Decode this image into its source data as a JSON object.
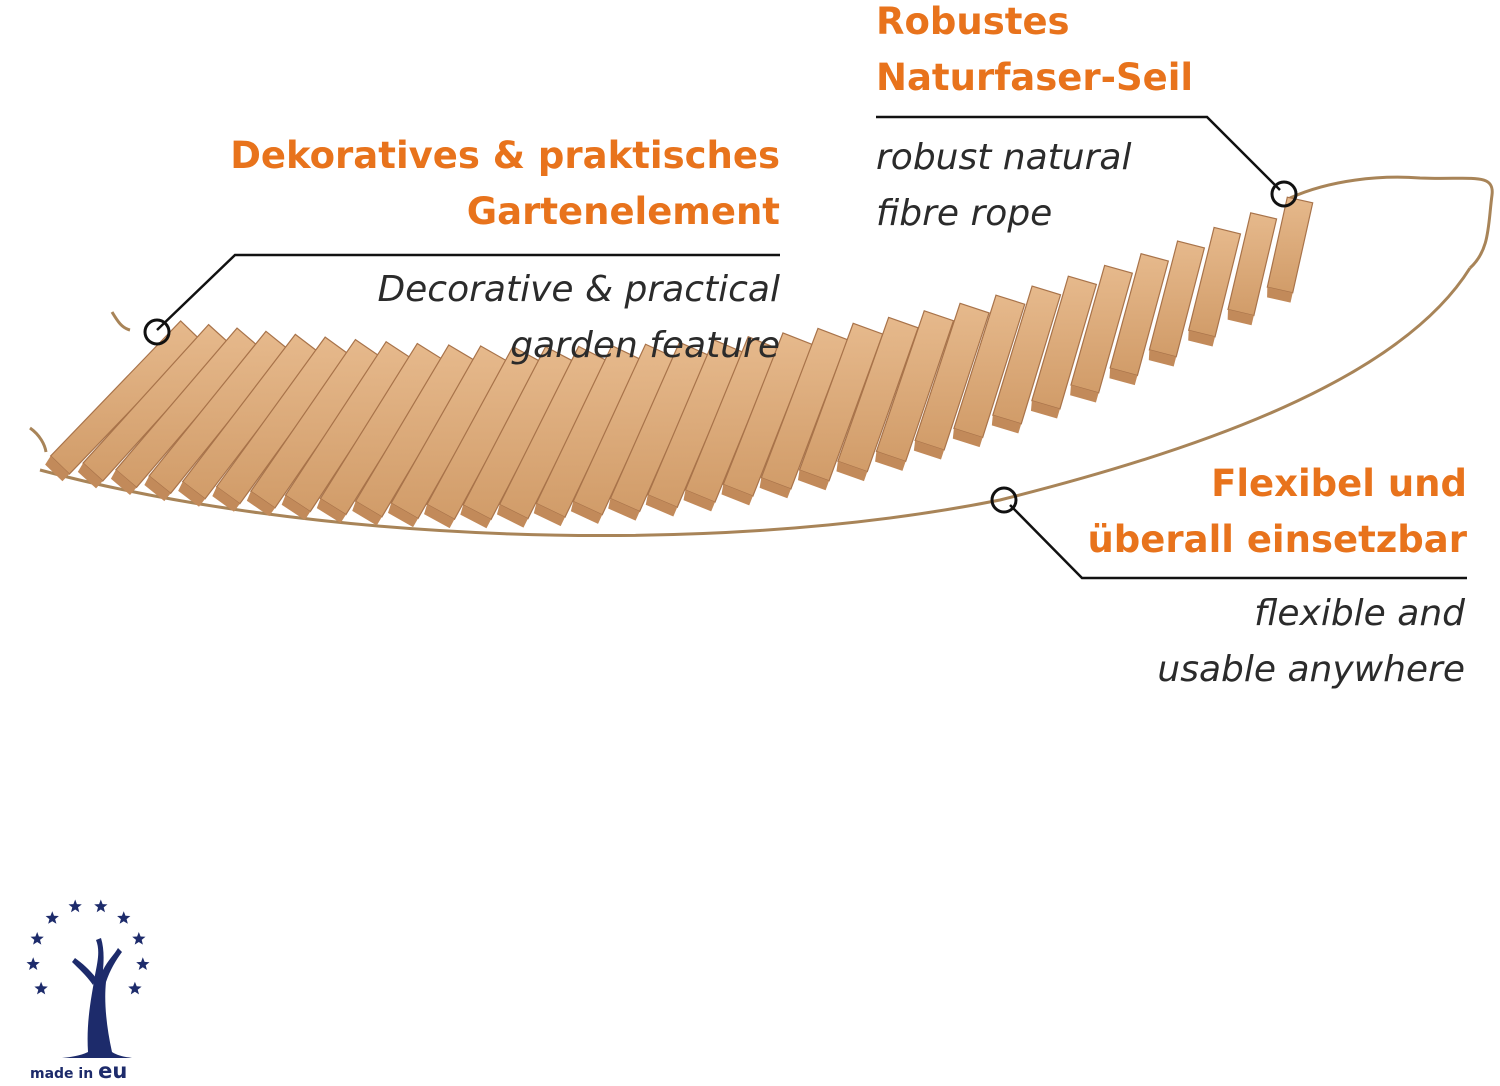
{
  "callouts": {
    "decorative": {
      "heading_line1": "Dekoratives & praktisches",
      "heading_line2": "Gartenelement",
      "sub_line1": "Decorative & practical",
      "sub_line2": "garden feature"
    },
    "rope": {
      "heading_line1": "Robustes",
      "heading_line2": "Naturfaser-Seil",
      "sub_line1": "robust natural",
      "sub_line2": "fibre rope"
    },
    "flexible": {
      "heading_line1": "Flexibel und",
      "heading_line2": "überall einsetzbar",
      "sub_line1": "flexible and",
      "sub_line2": "usable anywhere"
    }
  },
  "badge": {
    "label_small": "made in",
    "label_big": "eu",
    "icon": "eu-tree-stars-icon"
  },
  "colors": {
    "accent": "#e8731c",
    "text": "#2b2b2b",
    "wood": "#d8a878",
    "wood_dark": "#b98455",
    "badge_blue": "#1d2b6b"
  }
}
